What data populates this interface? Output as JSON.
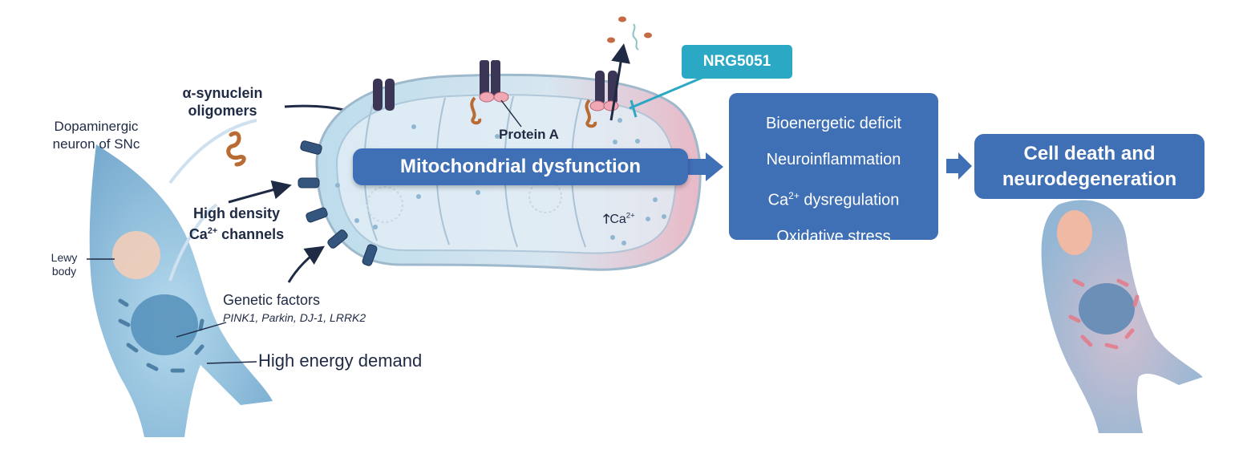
{
  "labels": {
    "neuron": [
      "Dopaminergic",
      "neuron of SNc"
    ],
    "lewy_body": [
      "Lewy",
      "body"
    ],
    "synuclein": [
      "α-synuclein",
      "oligomers"
    ],
    "channels_line1": "High density",
    "channels_line2_base": "Ca",
    "channels_line2_sup": "2+",
    "channels_line2_rest": " channels",
    "genetic_title": "Genetic factors",
    "genetic_genes": "PINK1, Parkin, DJ-1, LRRK2",
    "energy": "High energy demand",
    "protein_a": "Protein A",
    "calcium_base": "Ca",
    "calcium_sup": "2+",
    "calcium_arrow": "🡑"
  },
  "drug": {
    "name": "NRG5051"
  },
  "mito_box": {
    "label": "Mitochondrial dysfunction"
  },
  "effects_box": {
    "item1": "Bioenergetic deficit",
    "item2": "Neuroinflammation",
    "item3_base": "Ca",
    "item3_sup": "2+",
    "item3_rest": " dysregulation",
    "item4": "Oxidative stress"
  },
  "outcome_box": {
    "line1": "Cell death and",
    "line2": "neurodegeneration"
  },
  "colors": {
    "box_blue": "#3f6fb5",
    "drug_teal": "#2aa8c4",
    "text_dark": "#1f2a44",
    "neuron_blue": "#8cc3e0",
    "mito_pink": "#e8b4c2"
  }
}
